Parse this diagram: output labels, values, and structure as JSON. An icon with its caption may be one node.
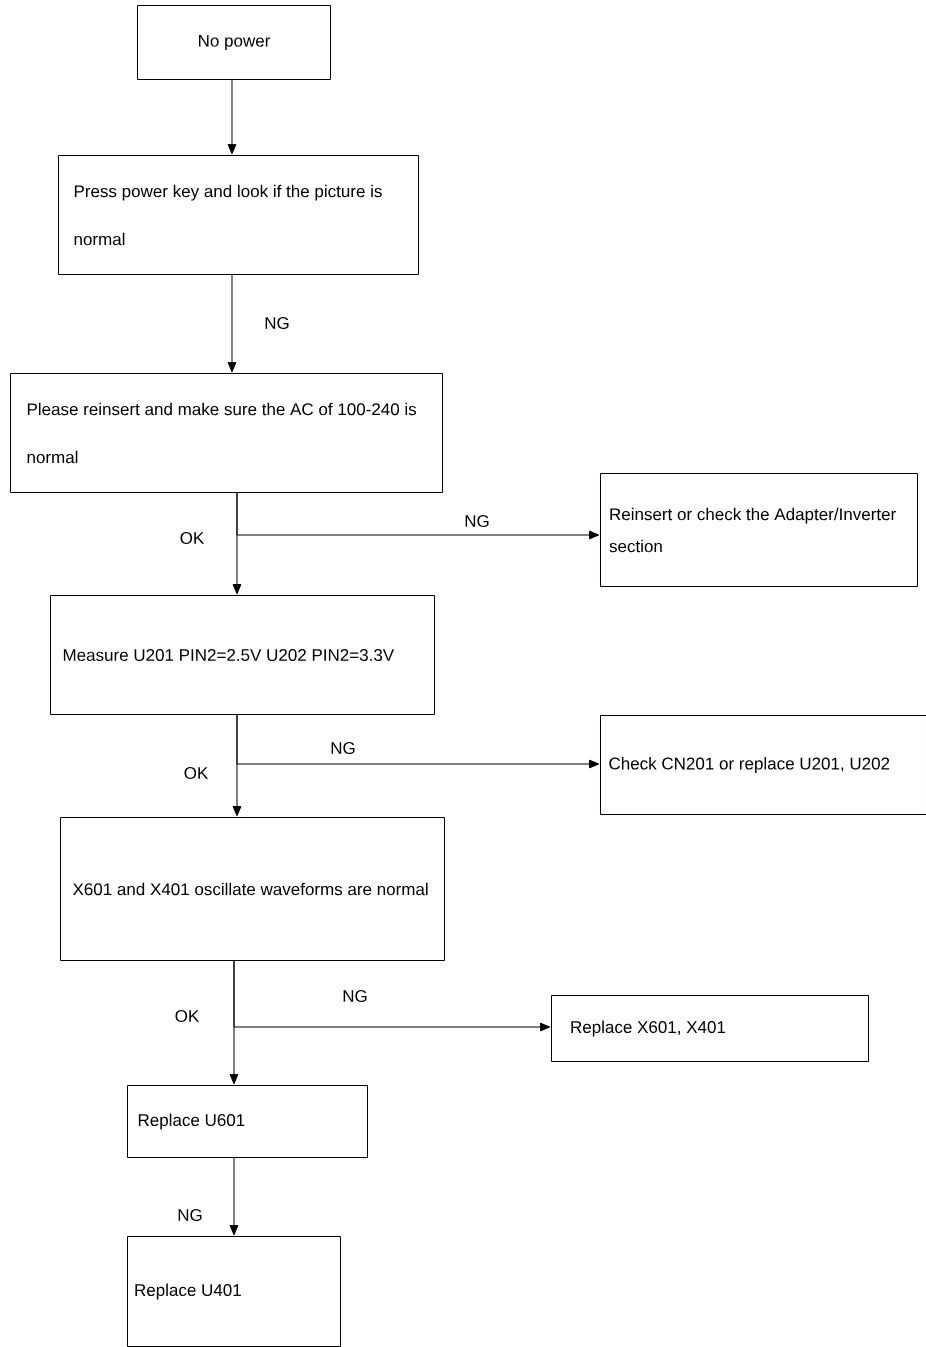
{
  "diagram": {
    "nodes": [
      {
        "text": [
          "No power"
        ]
      },
      {
        "text": [
          "Press power key and look if the picture is normal"
        ]
      },
      {
        "text": [
          "Please reinsert and make sure the AC of 100-240 is normal"
        ]
      },
      {
        "text": [
          "Reinsert or check the Adapter/Inverter section"
        ]
      },
      {
        "text": [
          "Measure U201 PIN2=2.5V U202 PIN2=3.3V"
        ]
      },
      {
        "text": [
          "Check CN201 or replace U201, U202"
        ]
      },
      {
        "text": [
          "X601 and X401 oscillate waveforms are normal"
        ]
      },
      {
        "text": [
          "Replace X601, X401"
        ]
      },
      {
        "text": [
          "Replace U601"
        ]
      },
      {
        "text": [
          "Replace U401"
        ]
      }
    ],
    "edges": [
      {
        "from": 0,
        "to": 1,
        "arrow": "to"
      },
      {
        "from": 1,
        "to": 2,
        "arrow": "to",
        "label": "NG"
      },
      {
        "from": 2,
        "to": 4,
        "arrow": "to",
        "label": "OK"
      },
      {
        "from": 2,
        "to": 3,
        "arrow": "to",
        "label": "NG"
      },
      {
        "from": 4,
        "to": 6,
        "arrow": "to",
        "label": "OK"
      },
      {
        "from": 4,
        "to": 5,
        "arrow": "to",
        "label": "NG"
      },
      {
        "from": 6,
        "to": 8,
        "arrow": "to",
        "label": "OK"
      },
      {
        "from": 6,
        "to": 7,
        "arrow": "to",
        "label": "NG"
      },
      {
        "from": 8,
        "to": 9,
        "arrow": "to",
        "label": "NG"
      }
    ]
  }
}
